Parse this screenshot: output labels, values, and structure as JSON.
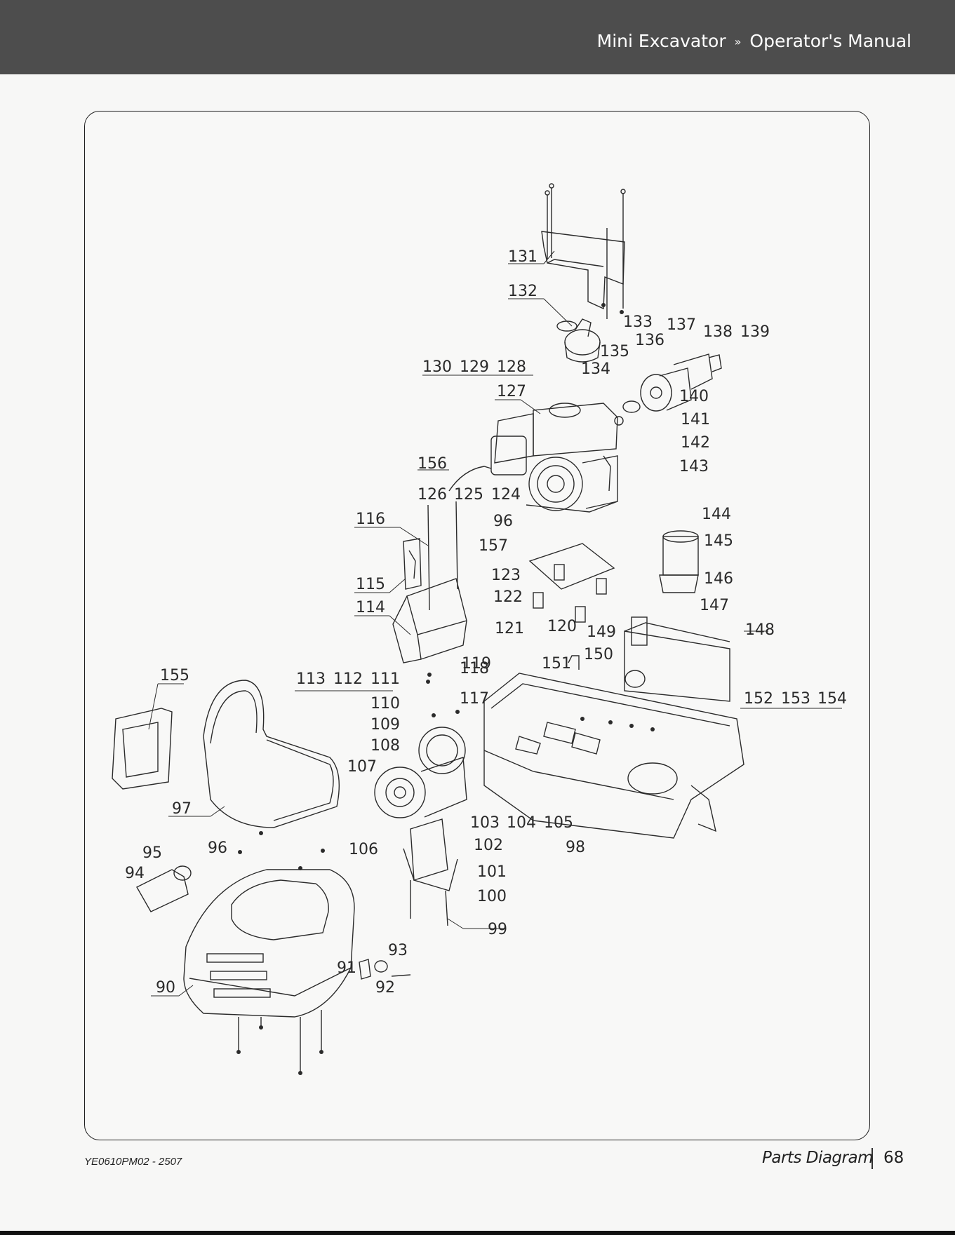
{
  "header": {
    "product": "Mini Excavator",
    "separator": "»",
    "manual": "Operator's Manual"
  },
  "diagram": {
    "callouts": [
      "131",
      "132",
      "133",
      "137",
      "138",
      "139",
      "136",
      "135",
      "134",
      "130",
      "129",
      "128",
      "127",
      "140",
      "141",
      "142",
      "156",
      "143",
      "126",
      "125",
      "124",
      "116",
      "96",
      "144",
      "157",
      "145",
      "123",
      "115",
      "146",
      "122",
      "114",
      "147",
      "121",
      "120",
      "149",
      "148",
      "119",
      "150",
      "151",
      "155",
      "118",
      "113",
      "112",
      "111",
      "117",
      "152",
      "153",
      "154",
      "110",
      "109",
      "108",
      "107",
      "97",
      "103",
      "104",
      "105",
      "102",
      "106",
      "98",
      "95",
      "96",
      "94",
      "101",
      "100",
      "99",
      "93",
      "91",
      "92",
      "90"
    ]
  },
  "footer": {
    "doc_code": "YE0610PM02 - 2507",
    "section": "Parts Diagram",
    "page": "68"
  }
}
